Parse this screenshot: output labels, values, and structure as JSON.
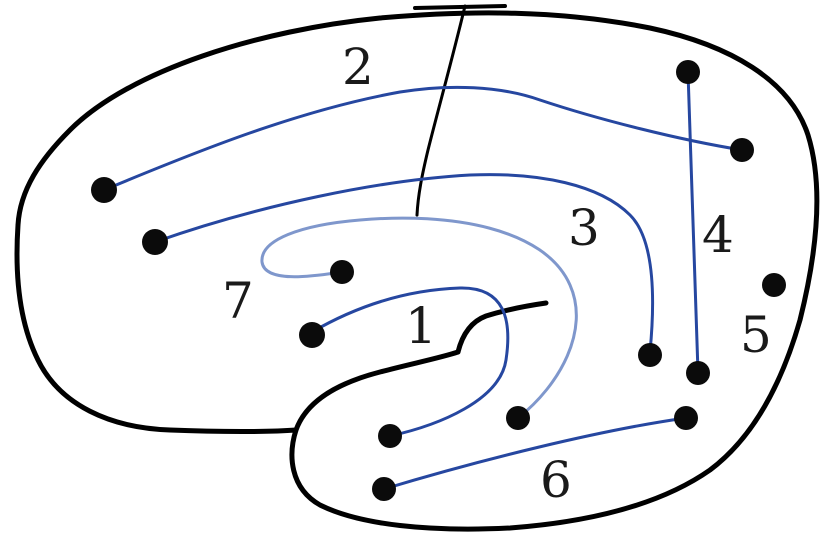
{
  "diagram": {
    "colors": {
      "outline": "#000000",
      "tract_dark": "#2647a0",
      "tract_light": "#7f97cc",
      "dot": "#0b0b0b"
    },
    "labels": {
      "t1": "1",
      "t2": "2",
      "t3": "3",
      "t4": "4",
      "t5": "5",
      "t6": "6",
      "t7": "7"
    }
  }
}
